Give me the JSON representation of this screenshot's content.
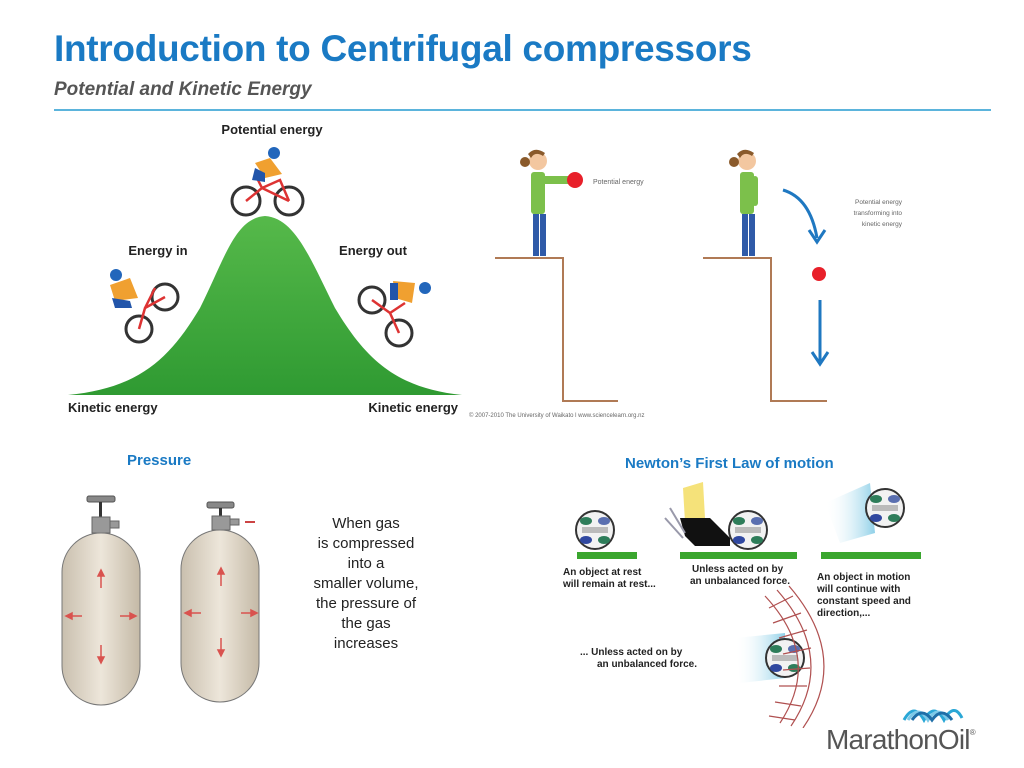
{
  "slide": {
    "title": "Introduction to Centrifugal compressors",
    "subtitle": "Potential and Kinetic Energy",
    "accent_color": "#1a7ac4",
    "rule_color": "#5bb4dc"
  },
  "hill_diagram": {
    "label_top": "Potential energy",
    "label_left": "Energy in",
    "label_right": "Energy out",
    "label_bottom_left": "Kinetic energy",
    "label_bottom_right": "Kinetic energy",
    "hill_color": "#3aa33a"
  },
  "ball_drop_diagram": {
    "label_left": "Potential energy",
    "label_right_line1": "Potential energy",
    "label_right_line2": "transforming into",
    "label_right_line3": "kinetic energy",
    "copyright": "© 2007-2010 The University of Waikato l www.sciencelearn.org.nz"
  },
  "pressure": {
    "heading": "Pressure",
    "text_lines": [
      "When gas",
      "is compressed",
      "into a",
      "smaller volume,",
      "the pressure of",
      "the gas",
      "increases"
    ]
  },
  "newton": {
    "heading": "Newton’s First Law of motion",
    "caption1_line1": "An object at rest",
    "caption1_line2": "will remain at rest...",
    "caption2_line1": "Unless acted on by",
    "caption2_line2": "an unbalanced force.",
    "caption3_line1": "An object in motion",
    "caption3_line2": "will continue with",
    "caption3_line3": "constant speed and",
    "caption3_line4": "direction,...",
    "caption4_line1": "... Unless acted on by",
    "caption4_line2": "an unbalanced force."
  },
  "logo": {
    "brand": "MarathonOil",
    "mark": "®"
  }
}
